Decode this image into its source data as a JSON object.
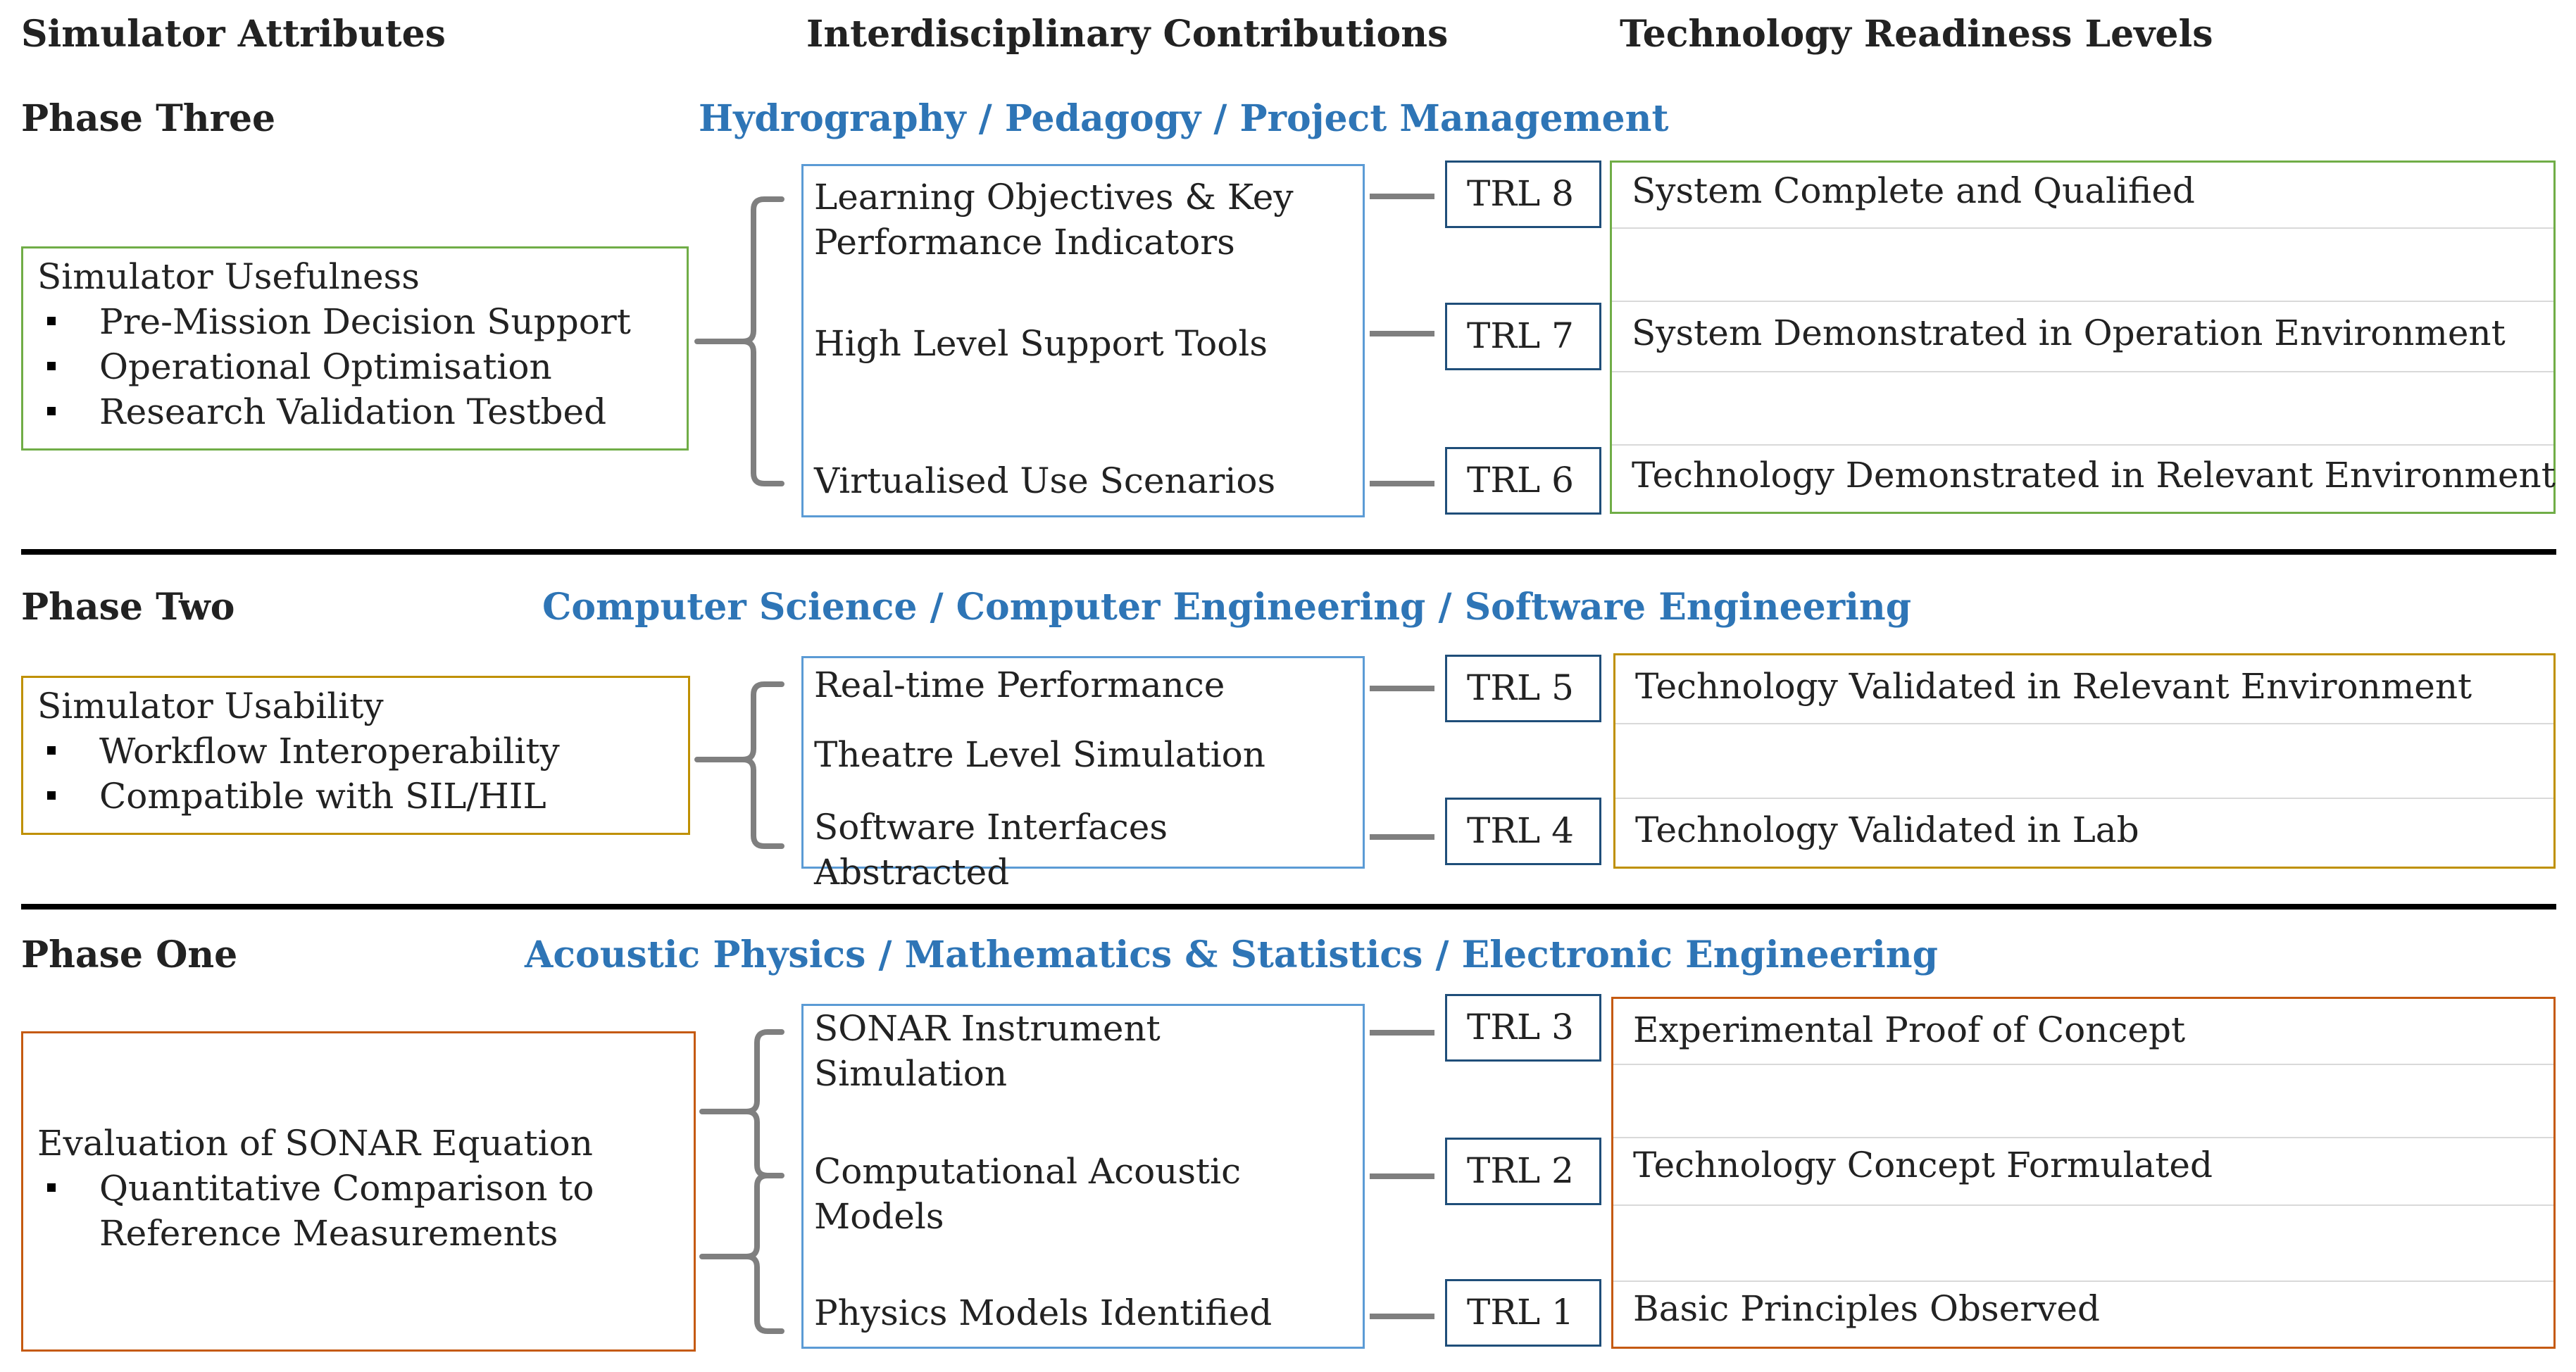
{
  "headers": {
    "attributes": "Simulator Attributes",
    "contributions": "Interdisciplinary Contributions",
    "trl": "Technology Readiness Levels"
  },
  "colors": {
    "phase_three": "#70ad47",
    "phase_two": "#bf9000",
    "phase_one": "#c55a11",
    "discipline_text": "#2e75b6",
    "contribution_border": "#5b9bd5",
    "trl_badge_border": "#1f4e79",
    "connector": "#7f7f7f"
  },
  "phases": [
    {
      "title": "Phase Three",
      "disciplines": "Hydrography / Pedagogy / Project Management",
      "attribute": {
        "title": "Simulator Usefulness",
        "bullets": [
          "Pre-Mission Decision Support",
          "Operational Optimisation",
          "Research Validation Testbed"
        ]
      },
      "contributions": [
        "Learning Objectives & Key\nPerformance Indicators",
        "High Level Support Tools",
        "Virtualised Use Scenarios"
      ],
      "trls": [
        {
          "label": "TRL 8",
          "desc": "System Complete and Qualified"
        },
        {
          "label": "TRL 7",
          "desc": "System Demonstrated in Operation Environment"
        },
        {
          "label": "TRL 6",
          "desc": "Technology Demonstrated in Relevant Environment"
        }
      ]
    },
    {
      "title": "Phase Two",
      "disciplines": "Computer Science / Computer Engineering / Software Engineering",
      "attribute": {
        "title": "Simulator Usability",
        "bullets": [
          "Workflow Interoperability",
          "Compatible with SIL/HIL"
        ]
      },
      "contributions": [
        "Real-time Performance",
        "Theatre Level Simulation",
        "Software Interfaces Abstracted"
      ],
      "trls": [
        {
          "label": "TRL 5",
          "desc": "Technology Validated in Relevant Environment"
        },
        {
          "label": "TRL 4",
          "desc": "Technology Validated in Lab"
        }
      ]
    },
    {
      "title": "Phase One",
      "disciplines": "Acoustic Physics / Mathematics & Statistics / Electronic Engineering",
      "attribute": {
        "title": "Evaluation of SONAR Equation",
        "bullets": [
          "Quantitative Comparison to\nReference Measurements"
        ]
      },
      "contributions": [
        "SONAR Instrument Simulation",
        "Computational Acoustic Models",
        "Physics Models Identified"
      ],
      "trls": [
        {
          "label": "TRL 3",
          "desc": "Experimental Proof of Concept"
        },
        {
          "label": "TRL 2",
          "desc": "Technology Concept Formulated"
        },
        {
          "label": "TRL 1",
          "desc": "Basic Principles Observed"
        }
      ]
    }
  ]
}
